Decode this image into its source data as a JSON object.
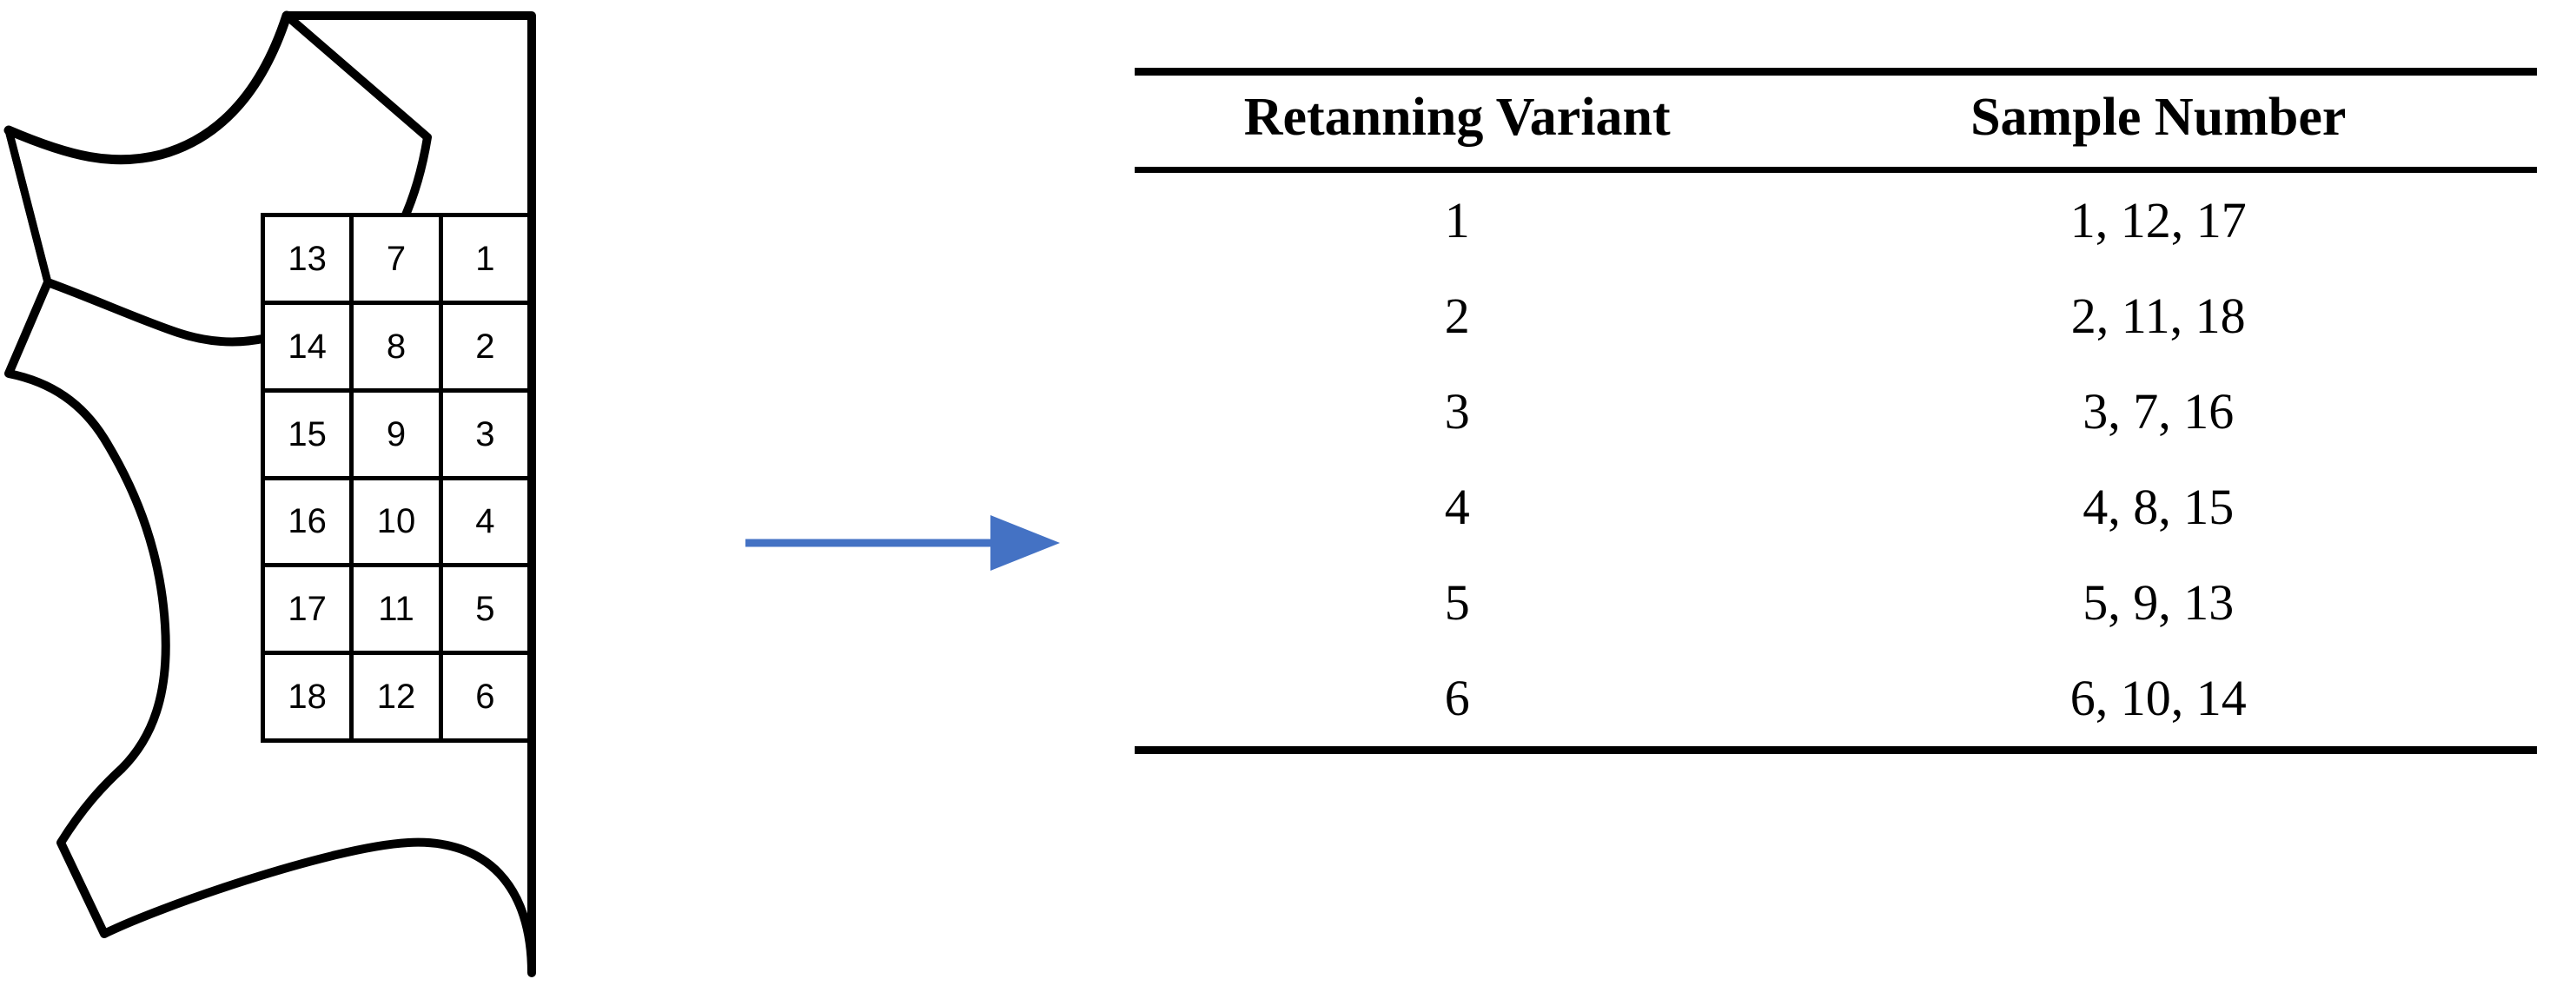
{
  "figure": {
    "type": "diagram",
    "description": "leather-hide-sampling-layout-with-retanning-variant-table"
  },
  "hide_diagram": {
    "name": "leather-hide-outline",
    "grid": {
      "columns": 3,
      "rows": 6,
      "cells": [
        [
          "13",
          "7",
          "1"
        ],
        [
          "14",
          "8",
          "2"
        ],
        [
          "15",
          "9",
          "3"
        ],
        [
          "16",
          "10",
          "4"
        ],
        [
          "17",
          "11",
          "5"
        ],
        [
          "18",
          "12",
          "6"
        ]
      ]
    }
  },
  "arrow": {
    "name": "flow-arrow",
    "direction": "right",
    "color": "#4472C4"
  },
  "table": {
    "headers": {
      "variant": "Retanning Variant",
      "sample": "Sample Number"
    },
    "rows": [
      {
        "variant": "1",
        "sample": "1, 12, 17"
      },
      {
        "variant": "2",
        "sample": "2, 11, 18"
      },
      {
        "variant": "3",
        "sample": "3, 7, 16"
      },
      {
        "variant": "4",
        "sample": "4, 8, 15"
      },
      {
        "variant": "5",
        "sample": "5, 9, 13"
      },
      {
        "variant": "6",
        "sample": "6, 10, 14"
      }
    ]
  },
  "colors": {
    "line": "#000000",
    "arrow": "#4472C4",
    "background": "#ffffff"
  }
}
